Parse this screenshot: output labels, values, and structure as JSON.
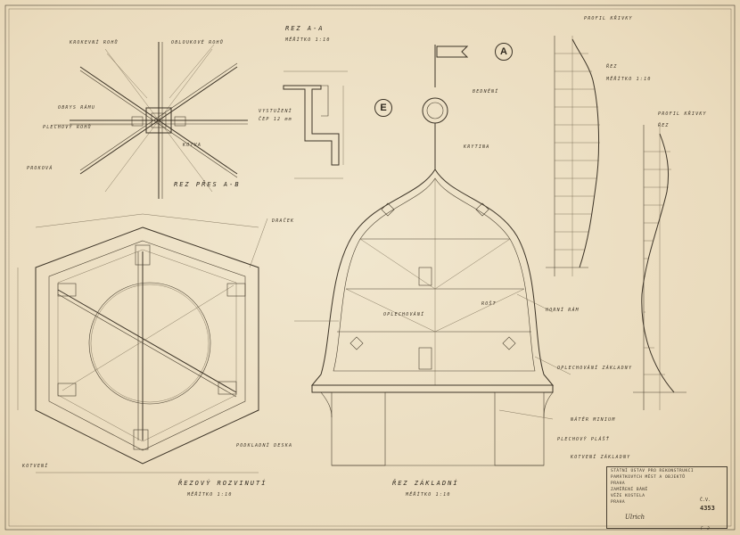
{
  "drawing": {
    "marker_a": "A",
    "marker_e": "E",
    "section_title_left": "ŘEZOVÝ ROZVINUTÍ",
    "section_title_mid": "ŘEZ ZÁKLADNÍ",
    "legend_title": "REZ A-A",
    "plan_title_ab": "REZ PŘES A-B",
    "scale_notes": [
      "MĚŘÍTKO 1:10",
      "MĚŘÍTKO 1:10",
      "MĚŘÍTKO 1:10"
    ]
  },
  "annotations": {
    "top_left": [
      "KROKEVNÍ ROHŮ",
      "OBLOUKOVÉ ROHŮ",
      "OBRYS RÁMU",
      "PLECHOVÝ ROHŮ",
      "PROKOVÁ"
    ],
    "mid_left": [
      "VYSTUŽENÍ",
      "ČEP 12 mm",
      "KOTVA"
    ],
    "plan": [
      "DRAČEK",
      "PODKLADNÍ DESKA",
      "KOTVENÍ"
    ],
    "bell": [
      "BEDNĚNÍ",
      "KRYTINA",
      "OPLECHOVÁNÍ",
      "ROŠT",
      "HORNÍ RÁM"
    ],
    "right_top": [
      "PROFIL KŘIVKY",
      "ŘEZ",
      "MĚŘÍTKO 1:10"
    ],
    "right_mid": [
      "PROFIL KŘIVKY",
      "ŘEZ"
    ],
    "bottom_right": [
      "OPLECHOVÁNÍ ZÁKLADNY",
      "NÁTĚR MINIUM",
      "PLECHOVÝ PLÁŠŤ",
      "KOTVENÍ ZÁKLADNY"
    ]
  },
  "stamp": {
    "rows": [
      "STÁTNÍ ÚSTAV PRO REKONSTRUKCI",
      "PAMÁTKOVÝCH MĚST A OBJEKTŮ",
      "PRAHA",
      "ZAMĚŘENÍ BÁNĚ",
      "VĚŽE KOSTELA",
      "PRAHA"
    ],
    "number_label": "Č.V.",
    "number": "4353",
    "signature": "Ulrich"
  },
  "corner_note": "F 2"
}
